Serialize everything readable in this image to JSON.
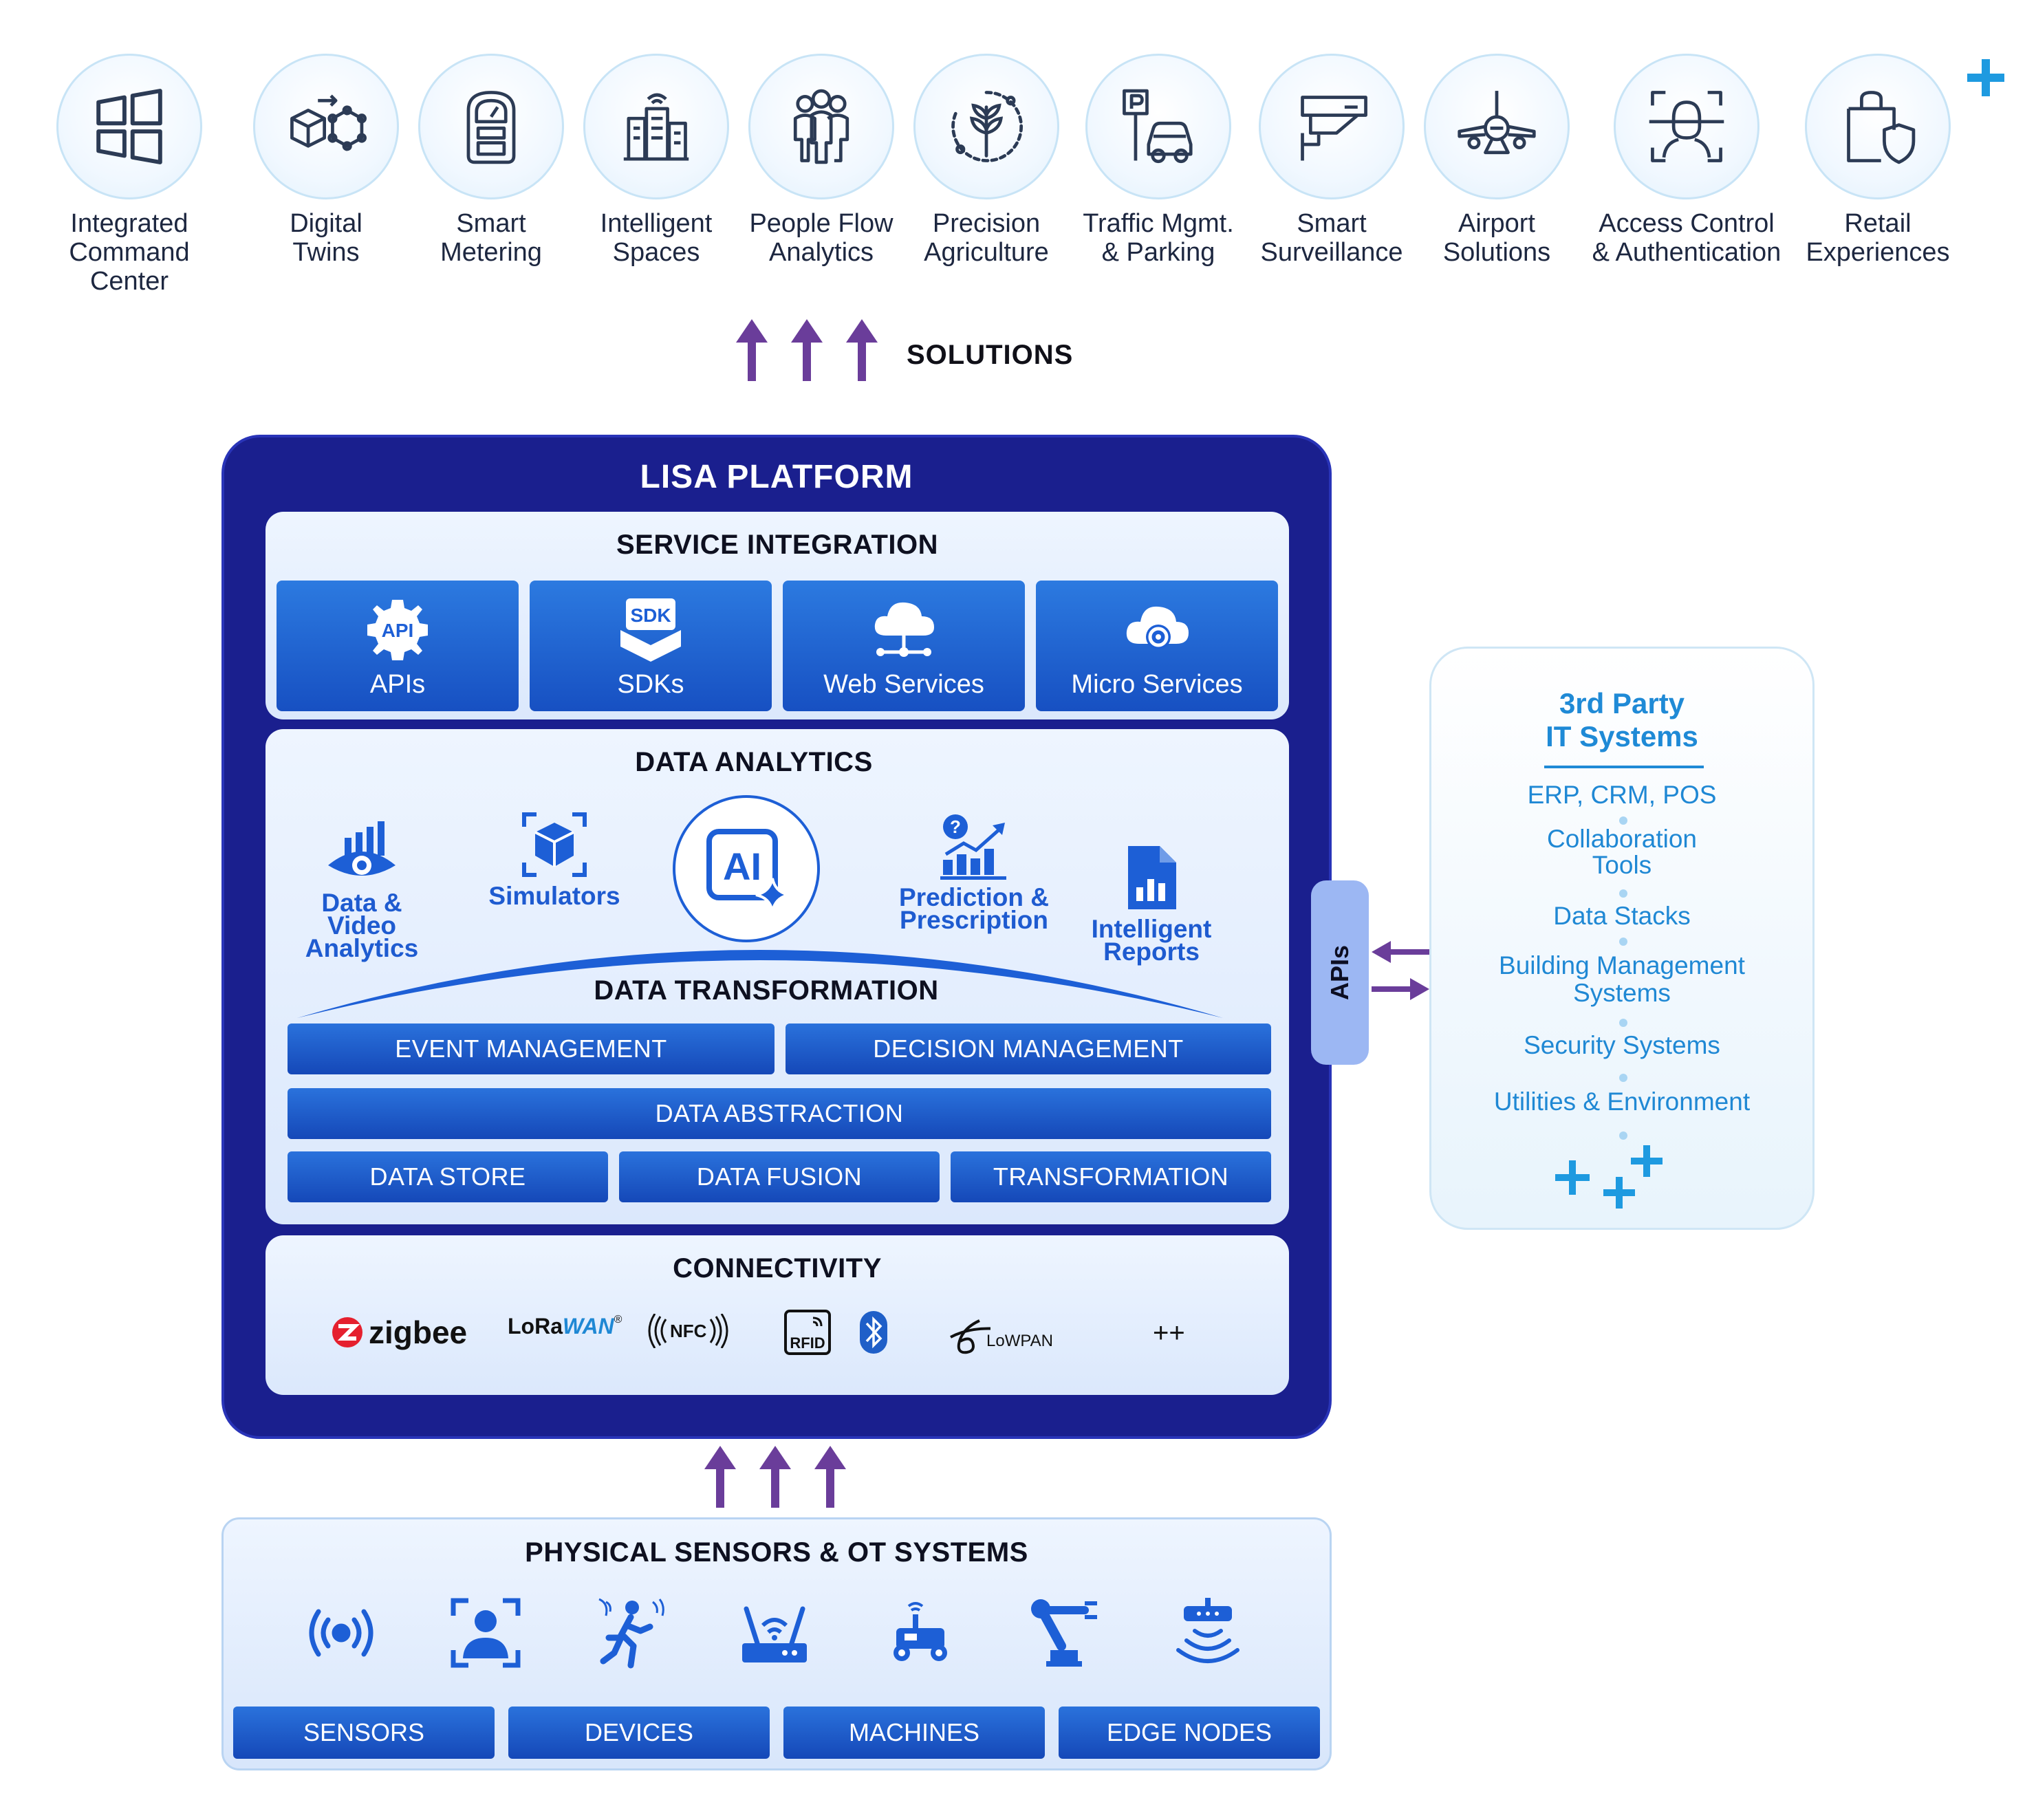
{
  "solutions": [
    {
      "line1": "Integrated",
      "line2": "Command Center",
      "icon": "windows-grid-icon"
    },
    {
      "line1": "Digital",
      "line2": "Twins",
      "icon": "cube-network-icon"
    },
    {
      "line1": "Smart",
      "line2": "Metering",
      "icon": "meter-icon"
    },
    {
      "line1": "Intelligent",
      "line2": "Spaces",
      "icon": "smart-building-icon"
    },
    {
      "line1": "People Flow",
      "line2": "Analytics",
      "icon": "people-group-icon"
    },
    {
      "line1": "Precision",
      "line2": "Agriculture",
      "icon": "plant-icon"
    },
    {
      "line1": "Traffic Mgmt.",
      "line2": "& Parking",
      "icon": "parking-car-icon"
    },
    {
      "line1": "Smart",
      "line2": "Surveillance",
      "icon": "cctv-camera-icon"
    },
    {
      "line1": "Airport",
      "line2": "Solutions",
      "icon": "airplane-icon"
    },
    {
      "line1": "Access Control",
      "line2": "& Authentication",
      "icon": "face-scan-icon"
    },
    {
      "line1": "Retail",
      "line2": "Experiences",
      "icon": "shopping-bag-shield-icon"
    }
  ],
  "solutions_label": "SOLUTIONS",
  "platform": {
    "title": "LISA PLATFORM",
    "service_integration": {
      "title": "SERVICE INTEGRATION",
      "items": [
        "APIs",
        "SDKs",
        "Web Services",
        "Micro Services"
      ],
      "badge_api": "API",
      "badge_sdk": "SDK"
    },
    "data_analytics": {
      "title": "DATA ANALYTICS",
      "ai_label": "AI",
      "items": {
        "video_line1": "Data & Video",
        "video_line2": "Analytics",
        "simulators": "Simulators",
        "prediction_line1": "Prediction &",
        "prediction_line2": "Prescription",
        "reports_line1": "Intelligent",
        "reports_line2": "Reports"
      }
    },
    "data_transformation": {
      "title": "DATA TRANSFORMATION",
      "event": "EVENT MANAGEMENT",
      "decision": "DECISION MANAGEMENT",
      "abstraction": "DATA ABSTRACTION",
      "store": "DATA STORE",
      "fusion": "DATA FUSION",
      "transformation": "TRANSFORMATION"
    },
    "connectivity": {
      "title": "CONNECTIVITY",
      "zigbee": "zigbee",
      "lora_a": "LoRa",
      "lora_b": "WAN",
      "lora_r": "®",
      "nfc": "NFC",
      "rfid": "RFID",
      "lowpan": "LoWPAN",
      "more": "++"
    }
  },
  "apis_tab": "APIs",
  "third_party": {
    "title_line1": "3rd Party",
    "title_line2": "IT Systems",
    "items": [
      "ERP, CRM, POS",
      "Collaboration",
      "Tools",
      "Data Stacks",
      "Building Management",
      "Systems",
      "Security Systems",
      "Utilities & Environment"
    ]
  },
  "sensors": {
    "title": "PHYSICAL SENSORS & OT SYSTEMS",
    "bars": [
      "SENSORS",
      "DEVICES",
      "MACHINES",
      "EDGE NODES"
    ]
  },
  "colors": {
    "platform": "#1a1f8e",
    "tile_blue": "#1d5fd6",
    "arrow_purple": "#6a3d9a",
    "third_party_blue": "#1f88d4",
    "plus_cyan": "#1e9ae0"
  }
}
